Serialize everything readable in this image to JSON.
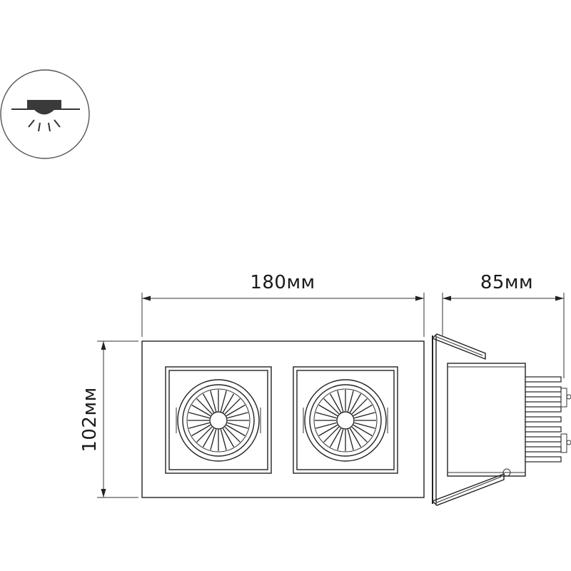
{
  "icon": {
    "name": "recessed-light-icon"
  },
  "dimensions": {
    "width_label": "180мм",
    "depth_label": "85мм",
    "height_label": "102мм"
  },
  "colors": {
    "line": "#222222",
    "icon_outline": "#555555",
    "background": "#ffffff"
  }
}
